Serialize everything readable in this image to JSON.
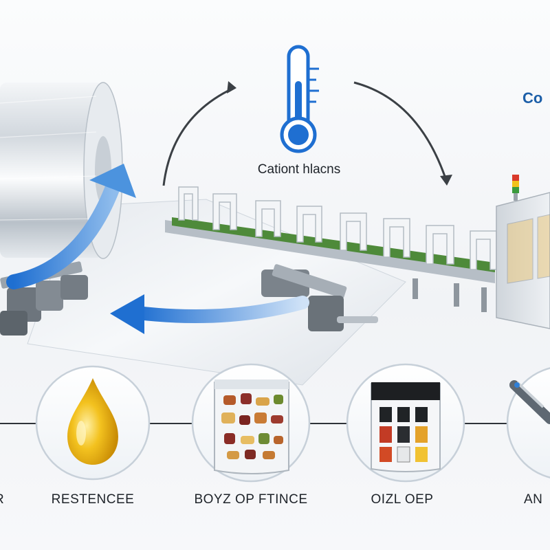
{
  "thermometer_label": "Cationt hlacns",
  "corner_label": "Co",
  "bottom_labels": {
    "left_edge": "R",
    "first": "RESTENCEE",
    "second": "BOYZ OP FTINCE",
    "third": "OIZL OEP",
    "right_edge": "AN"
  },
  "colors": {
    "accent_blue": "#2f7fd6",
    "thermo_blue": "#1f6fd1",
    "belt_green": "#4e8a3a",
    "oil_gold": "#f0b81a"
  },
  "icons": [
    "film-roll-icon",
    "thermometer-icon",
    "oil-drop-icon",
    "snack-bag-icon",
    "packaged-bag-icon",
    "probe-icon"
  ]
}
